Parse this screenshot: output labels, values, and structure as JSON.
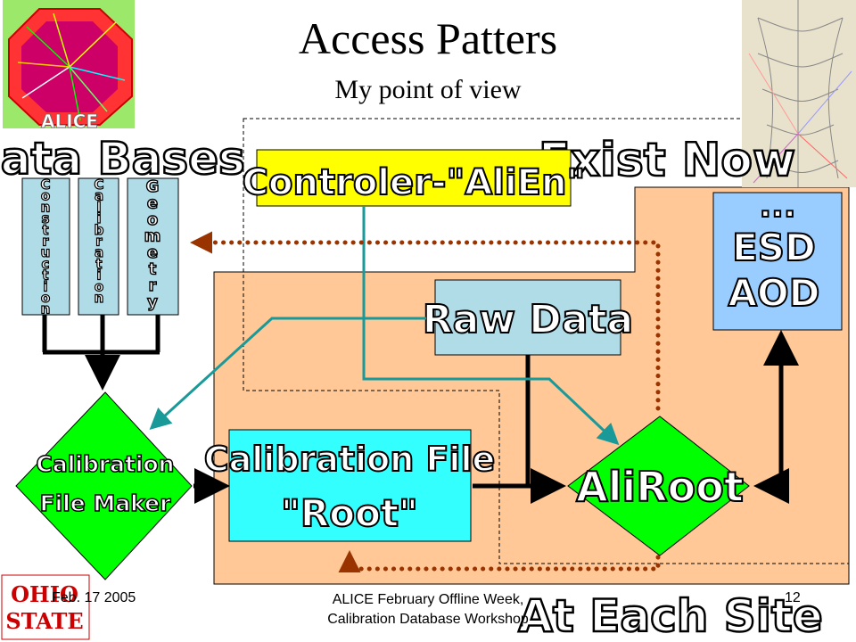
{
  "title": "Access Patters",
  "subtitle": "My point of view",
  "labels": {
    "data_bases": "Data Bases",
    "exist_now": "Exist Now",
    "at_each_site": "At Each Site"
  },
  "databases": [
    "Construction",
    "Calibration",
    "Geometry"
  ],
  "boxes": {
    "controler": "Controler-\"AliEn\"",
    "raw_data": "Raw Data",
    "esd_aod": [
      "...",
      "ESD",
      "AOD"
    ],
    "calibration_file": [
      "Calibration File",
      "\"Root\""
    ]
  },
  "diamonds": {
    "calib_maker": [
      "Calibration",
      "File Maker"
    ],
    "aliroot": "AliRoot"
  },
  "logos": {
    "alice": "ALICE",
    "osu": [
      "OHIO",
      "STATE"
    ]
  },
  "footer": {
    "date": "Feb. 17 2005",
    "event_line1": "ALICE February Offline Week,",
    "event_line2": "Calibration Database Workshop",
    "page": "12"
  },
  "colors": {
    "region": "#ffc896",
    "yellow": "#ffff00",
    "lightblue": "#b0dce8",
    "esd_blue": "#99ccff",
    "cyan": "#33ffff",
    "green": "#00ff00",
    "teal_arrow": "#1a9999",
    "dotted_arrow": "#993300",
    "label_fill": "#ffffff"
  }
}
